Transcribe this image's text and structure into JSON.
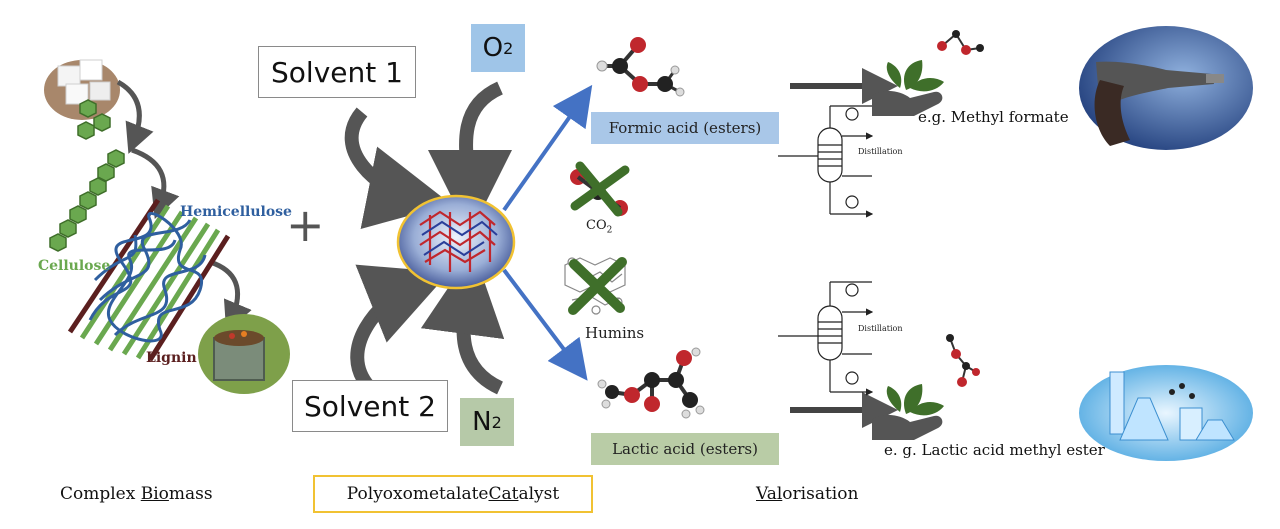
{
  "colors": {
    "green": "#6aa84f",
    "dark_green": "#3f6f2a",
    "blue": "#2f5f9f",
    "lignin": "#5b1f1f",
    "arrow_gray": "#555555",
    "o2_box": "#9fc5e8",
    "n2_box": "#b6c9a8",
    "formic_box": "#a9c7e8",
    "lactic_box": "#b9cca6",
    "catalyst_border": "#f1c232",
    "reaction_arrow": "#4472c4"
  },
  "biomass": {
    "hemicellulose_label": "Hemicellulose",
    "cellulose_label": "Cellulose",
    "lignin_label": "Lignin",
    "plus": "+",
    "caption": {
      "pre": "Complex ",
      "underlined": "Bio",
      "post": "mass"
    }
  },
  "catalyst": {
    "solvent1": "Solvent 1",
    "solvent2": "Solvent 2",
    "o2": {
      "base": "O",
      "sub": "2"
    },
    "n2": {
      "base": "N",
      "sub": "2"
    },
    "caption": {
      "pre": "Polyoxometalate ",
      "underlined": "Cat",
      "post": "alyst"
    }
  },
  "products": {
    "formic": "Formic acid (esters)",
    "co2": {
      "base": "CO",
      "sub": "2"
    },
    "humins": "Humins",
    "lactic": "Lactic acid (esters)"
  },
  "valorisation": {
    "distillation_top": "Distillation",
    "distillation_bottom": "Distillation",
    "methyl_formate": "e.g. Methyl formate",
    "lactic_ester": "e. g. Lactic acid methyl ester",
    "caption": {
      "underlined": "Val",
      "post": "orisation"
    }
  },
  "icons": [
    "sugar-cubes-icon",
    "compost-bin-icon",
    "catalyst-sphere-icon",
    "plant-hand-icon",
    "fuel-nozzle-icon",
    "lab-glassware-icon",
    "molecule-icon",
    "distillation-column-icon"
  ]
}
